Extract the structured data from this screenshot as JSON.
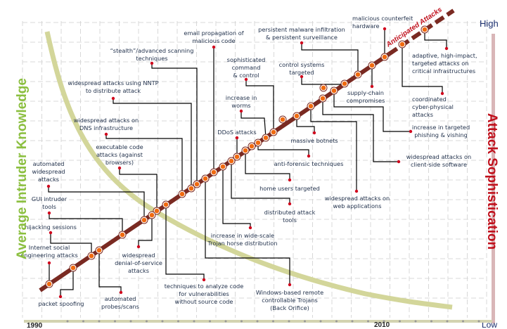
{
  "title_axes": {
    "left": "Average Intruder Knowledge",
    "right": "Attack Sophistication",
    "high": "High",
    "low": "Low",
    "year_start": "1990",
    "year_end": "2010",
    "anticipated": "Anticipated Attacks"
  },
  "colors": {
    "knowledge_curve": "#d3d69a",
    "attack_line": "#7a2a22",
    "marker": "#f06a10",
    "label_dot": "#d0021b",
    "left_axis_text": "#8bbf3f",
    "right_axis_text": "#c0101c",
    "high_text": "#1a2e6e"
  },
  "events": [
    {
      "lines": [
        "Internet social",
        "engineering attacks"
      ]
    },
    {
      "lines": [
        "packet spoofing"
      ]
    },
    {
      "lines": [
        "hijacking sessions"
      ]
    },
    {
      "lines": [
        "GUI intruder",
        "tools"
      ]
    },
    {
      "lines": [
        "automated",
        "widespread",
        "attacks"
      ]
    },
    {
      "lines": [
        "executable code",
        "attacks (against",
        "browsers)"
      ]
    },
    {
      "lines": [
        "widespread attacks on",
        "DNS infrastructure"
      ]
    },
    {
      "lines": [
        "widespread attacks using NNTP",
        "to distribute attack"
      ]
    },
    {
      "lines": [
        "“stealth”/advanced scanning",
        "techniques"
      ]
    },
    {
      "lines": [
        "email propagation of",
        "malicious code"
      ]
    },
    {
      "lines": [
        "sophisticated",
        "command",
        "& control"
      ]
    },
    {
      "lines": [
        "increase in",
        "worms"
      ]
    },
    {
      "lines": [
        "DDoS attacks"
      ]
    },
    {
      "lines": [
        "anti-forensic techniques"
      ]
    },
    {
      "lines": [
        "massive botnets"
      ]
    },
    {
      "lines": [
        "home users targeted"
      ]
    },
    {
      "lines": [
        "distributed attack",
        "tools"
      ]
    },
    {
      "lines": [
        "increase in wide-scale",
        "Trojan horse distribution"
      ]
    },
    {
      "lines": [
        "Windows-based remote",
        "controllable Trojans",
        "(Back Orifice)"
      ]
    },
    {
      "lines": [
        "techniques to analyze code",
        "for vulnerabilities",
        "without source code"
      ]
    },
    {
      "lines": [
        "widespread",
        "denial-of-service",
        "attacks"
      ]
    },
    {
      "lines": [
        "automated",
        "probes/scans"
      ]
    },
    {
      "lines": [
        "widespread attacks on",
        "web applications"
      ]
    },
    {
      "lines": [
        "widespread attacks on",
        "client-side software"
      ]
    },
    {
      "lines": [
        "increase in targeted",
        "phishing & vishing"
      ]
    },
    {
      "lines": [
        "control systems",
        "targeted"
      ]
    },
    {
      "lines": [
        "persistent malware infiltration",
        "& persistent surveillance"
      ]
    },
    {
      "lines": [
        "malicious counterfeit",
        "hardware"
      ]
    },
    {
      "lines": [
        "supply-chain",
        "compromises"
      ]
    },
    {
      "lines": [
        "coordinated",
        "cyber-physical",
        "attacks"
      ]
    },
    {
      "lines": [
        "adaptive, high-impact,",
        "targeted attacks on",
        "critical infrastructures"
      ]
    }
  ]
}
